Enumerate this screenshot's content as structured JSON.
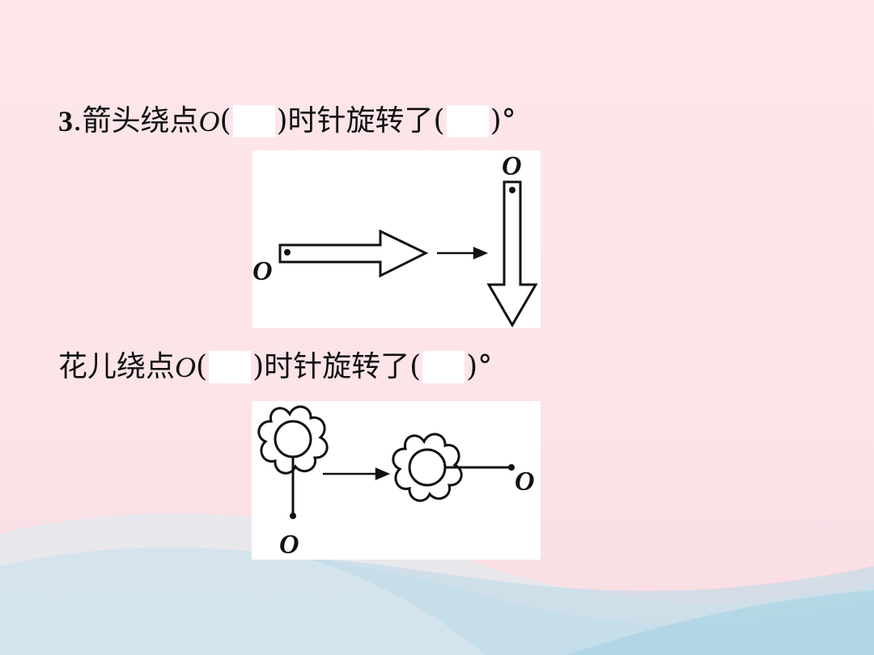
{
  "question1": {
    "number": "3",
    "dot": ".",
    "text_before": "箭头绕点",
    "point": "O",
    "open_paren": "(",
    "text_middle": ")时针旋转了(",
    "text_end": ")°",
    "figure_label_left": "O",
    "figure_label_right": "O"
  },
  "question2": {
    "text_before": "花儿绕点",
    "point": "O",
    "open_paren": "(",
    "text_middle": ")时针旋转了(",
    "text_end": ")°",
    "figure_label_left": "O",
    "figure_label_right": "O"
  }
}
